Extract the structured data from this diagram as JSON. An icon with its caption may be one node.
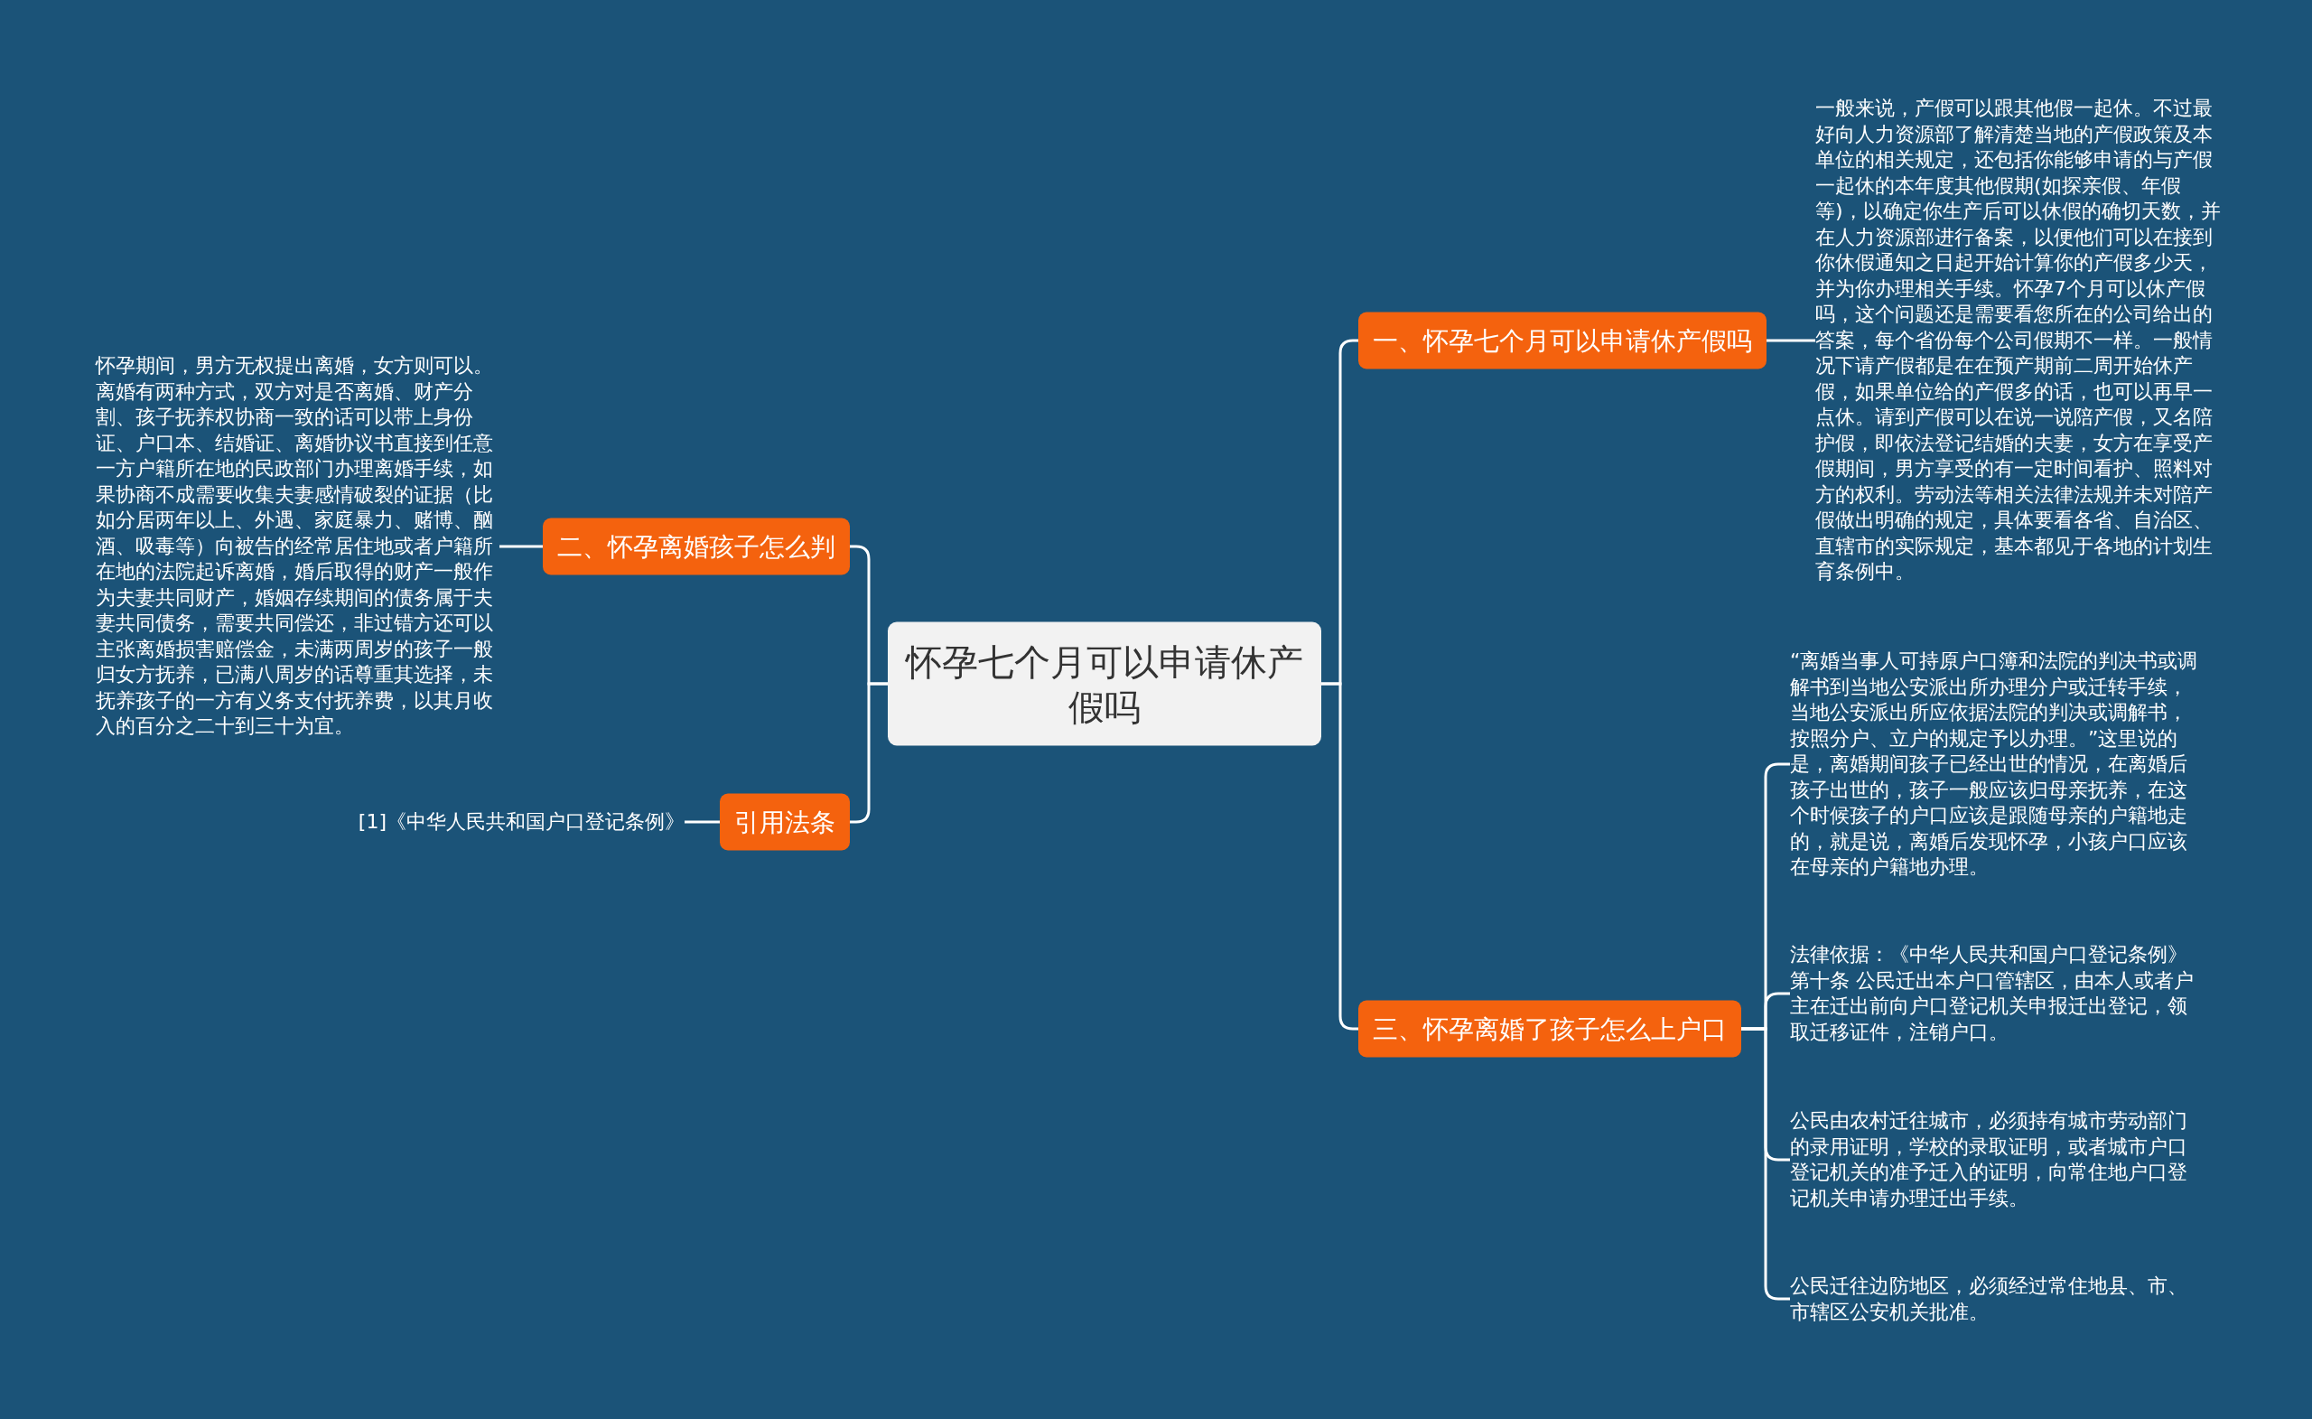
{
  "diagram": {
    "nodes": [
      {
        "text": [
          "怀孕七个月可以申请休产假吗"
        ]
      },
      {
        "text": [
          "一、怀孕七个月可以申请休产假吗"
        ]
      },
      {
        "text": [
          "一般来说，产假可以跟其他假一起休。不过最好向人力资源部了解清楚当地的产假政策及本单位的相关规定，还包括你能够申请的与产假一起休的本年度其他假期(如探亲假、年假等)，以确定你生产后可以休假的确切天数，并在人力资源部进行备案，以便他们可以在接到你休假通知之日起开始计算你的产假多少天，并为你办理相关手续。怀孕7个月可以休产假吗，这个问题还是需要看您所在的公司给出的答案，每个省份每个公司假期不一样。一般情况下请产假都是在在预产期前二周开始休产假，如果单位给的产假多的话，也可以再早一点休。请到产假可以在说一说陪产假，又名陪护假，即依法登记结婚的夫妻，女方在享受产假期间，男方享受的有一定时间看护、照料对方的权利。劳动法等相关法律法规并未对陪产假做出明确的规定，具体要看各省、自治区、直辖市的实际规定，基本都见于各地的计划生育条例中。"
        ]
      },
      {
        "text": [
          "二、怀孕离婚孩子怎么判"
        ]
      },
      {
        "text": [
          "怀孕期间，男方无权提出离婚，女方则可以。离婚有两种方式，双方对是否离婚、财产分割、孩子抚养权协商一致的话可以带上身份证、户口本、结婚证、离婚协议书直接到任意一方户籍所在地的民政部门办理离婚手续，如果协商不成需要收集夫妻感情破裂的证据（比如分居两年以上、外遇、家庭暴力、赌博、酗酒、吸毒等）向被告的经常居住地或者户籍所在地的法院起诉离婚，婚后取得的财产一般作为夫妻共同财产，婚姻存续期间的债务属于夫妻共同债务，需要共同偿还，非过错方还可以主张离婚损害赔偿金，未满两周岁的孩子一般归女方抚养，已满八周岁的话尊重其选择，未抚养孩子的一方有义务支付抚养费，以其月收入的百分之二十到三十为宜。"
        ]
      },
      {
        "text": [
          "引用法条"
        ]
      },
      {
        "text": [
          "[1]《中华人民共和国户口登记条例》"
        ]
      },
      {
        "text": [
          "三、怀孕离婚了孩子怎么上户口"
        ]
      },
      {
        "text": [
          "“离婚当事人可持原户口簿和法院的判决书或调解书到当地公安派出所办理分户或迁转手续，当地公安派出所应依据法院的判决或调解书，按照分户、立户的规定予以办理。”这里说的是，离婚期间孩子已经出世的情况，在离婚后孩子出世的，孩子一般应该归母亲抚养，在这个时候孩子的户口应该是跟随母亲的户籍地走的，就是说，离婚后发现怀孕，小孩户口应该在母亲的户籍地办理。"
        ]
      },
      {
        "text": [
          "法律依据：《中华人民共和国户口登记条例》第十条 公民迁出本户口管辖区，由本人或者户主在迁出前向户口登记机关申报迁出登记，领取迁移证件，注销户口。"
        ]
      },
      {
        "text": [
          "公民由农村迁往城市，必须持有城市劳动部门的录用证明，学校的录取证明，或者城市户口登记机关的准予迁入的证明，向常住地户口登记机关申请办理迁出手续。"
        ]
      },
      {
        "text": [
          "公民迁往边防地区，必须经过常住地县、市、市辖区公安机关批准。"
        ]
      }
    ],
    "edges": [
      {
        "from": 0,
        "to": 1,
        "arrow": "none"
      },
      {
        "from": 1,
        "to": 2,
        "arrow": "none"
      },
      {
        "from": 0,
        "to": 3,
        "arrow": "none"
      },
      {
        "from": 3,
        "to": 4,
        "arrow": "none"
      },
      {
        "from": 0,
        "to": 5,
        "arrow": "none"
      },
      {
        "from": 5,
        "to": 6,
        "arrow": "none"
      },
      {
        "from": 0,
        "to": 7,
        "arrow": "none"
      },
      {
        "from": 7,
        "to": 8,
        "arrow": "none"
      },
      {
        "from": 7,
        "to": 9,
        "arrow": "none"
      },
      {
        "from": 7,
        "to": 10,
        "arrow": "none"
      },
      {
        "from": 7,
        "to": 11,
        "arrow": "none"
      }
    ]
  }
}
